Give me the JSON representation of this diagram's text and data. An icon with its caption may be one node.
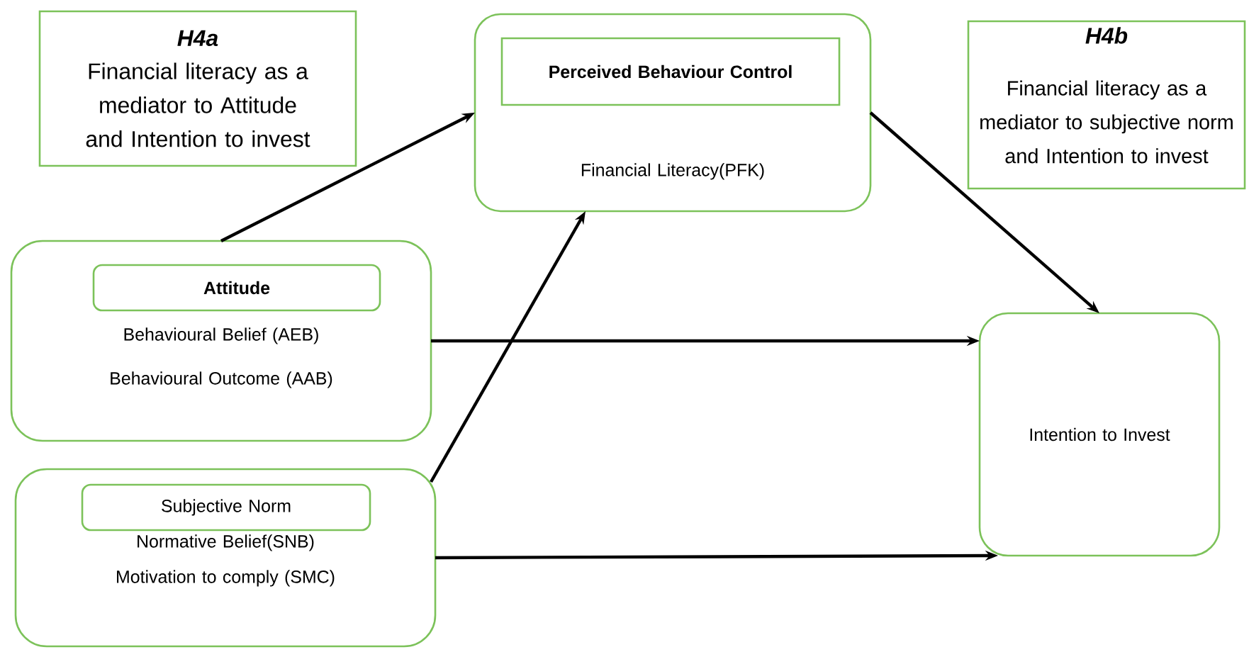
{
  "diagram": {
    "nodes": [
      {
        "text": [
          "H4a",
          "Financial literacy as a mediator to Attitude and Intention to invest"
        ]
      },
      {
        "text": [
          "Financial Literacy(PFK)"
        ]
      },
      {
        "text": [
          "Perceived Behaviour Control"
        ],
        "in": 1
      },
      {
        "text": [
          "H4b",
          "Financial literacy as a mediator to subjective norm and Intention to invest"
        ]
      },
      {
        "text": [
          "Behavioural Belief (AEB)",
          "Behavioural Outcome (AAB)"
        ]
      },
      {
        "text": [
          "Attitude"
        ],
        "in": 4
      },
      {
        "text": [
          "Normative Belief(SNB)",
          "Motivation to comply (SMC)"
        ]
      },
      {
        "text": [
          "Subjective Norm"
        ],
        "in": 6
      },
      {
        "text": [
          "Intention to Invest"
        ]
      }
    ],
    "edges": [
      {
        "from": 4,
        "to": 1,
        "arrow": "to"
      },
      {
        "from": 6,
        "to": 1,
        "arrow": "to"
      },
      {
        "from": 1,
        "to": 8,
        "arrow": "to"
      },
      {
        "from": 4,
        "to": 8,
        "arrow": "to"
      },
      {
        "from": 6,
        "to": 8,
        "arrow": "to"
      }
    ]
  }
}
